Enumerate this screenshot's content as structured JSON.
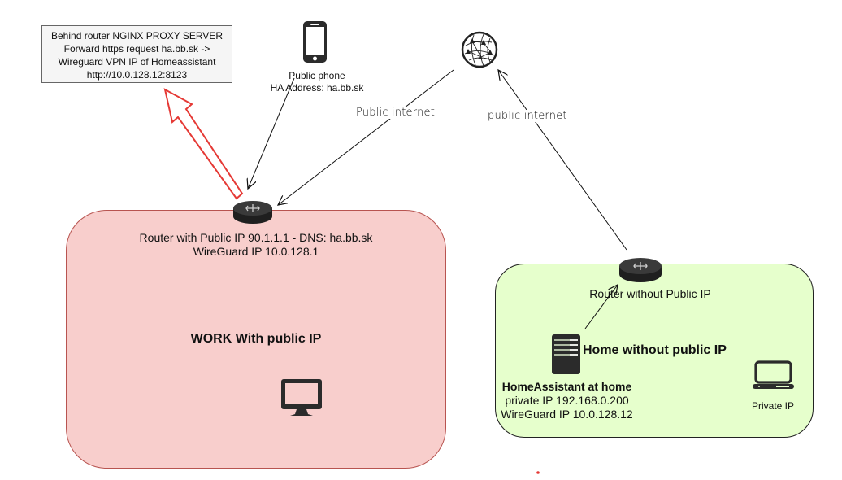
{
  "proxy_box": {
    "lines": [
      "Behind router NGINX PROXY SERVER",
      "Forward https request ha.bb.sk ->",
      "Wireguard VPN IP of Homeassistant",
      "http://10.0.128.12:8123"
    ]
  },
  "phone": {
    "icon": "smartphone-icon",
    "label_line1": "Public phone",
    "label_line2": "HA Address: ha.bb.sk"
  },
  "internet": {
    "icon": "globe-network-icon"
  },
  "edges": {
    "left_label": "Public internet",
    "right_label": "public internet"
  },
  "work": {
    "router_label_line1": "Router with Public IP 90.1.1.1 - DNS: ha.bb.sk",
    "router_label_line2": "WireGuard IP 10.0.128.1",
    "title": "WORK With public IP",
    "zone_color": "#f8cecc",
    "zone_border": "#b85450"
  },
  "home": {
    "router_label": "Router without Public IP",
    "title": "Home without public IP",
    "ha_title": "HomeAssistant at home",
    "ha_line2": "private IP 192.168.0.200",
    "ha_line3": "WireGuard IP 10.0.128.12",
    "pc_label": "Private IP",
    "zone_color": "#e6ffcc"
  },
  "colors": {
    "proxy_arrow": "#e53935",
    "icon_dark": "#2b2b2b"
  }
}
